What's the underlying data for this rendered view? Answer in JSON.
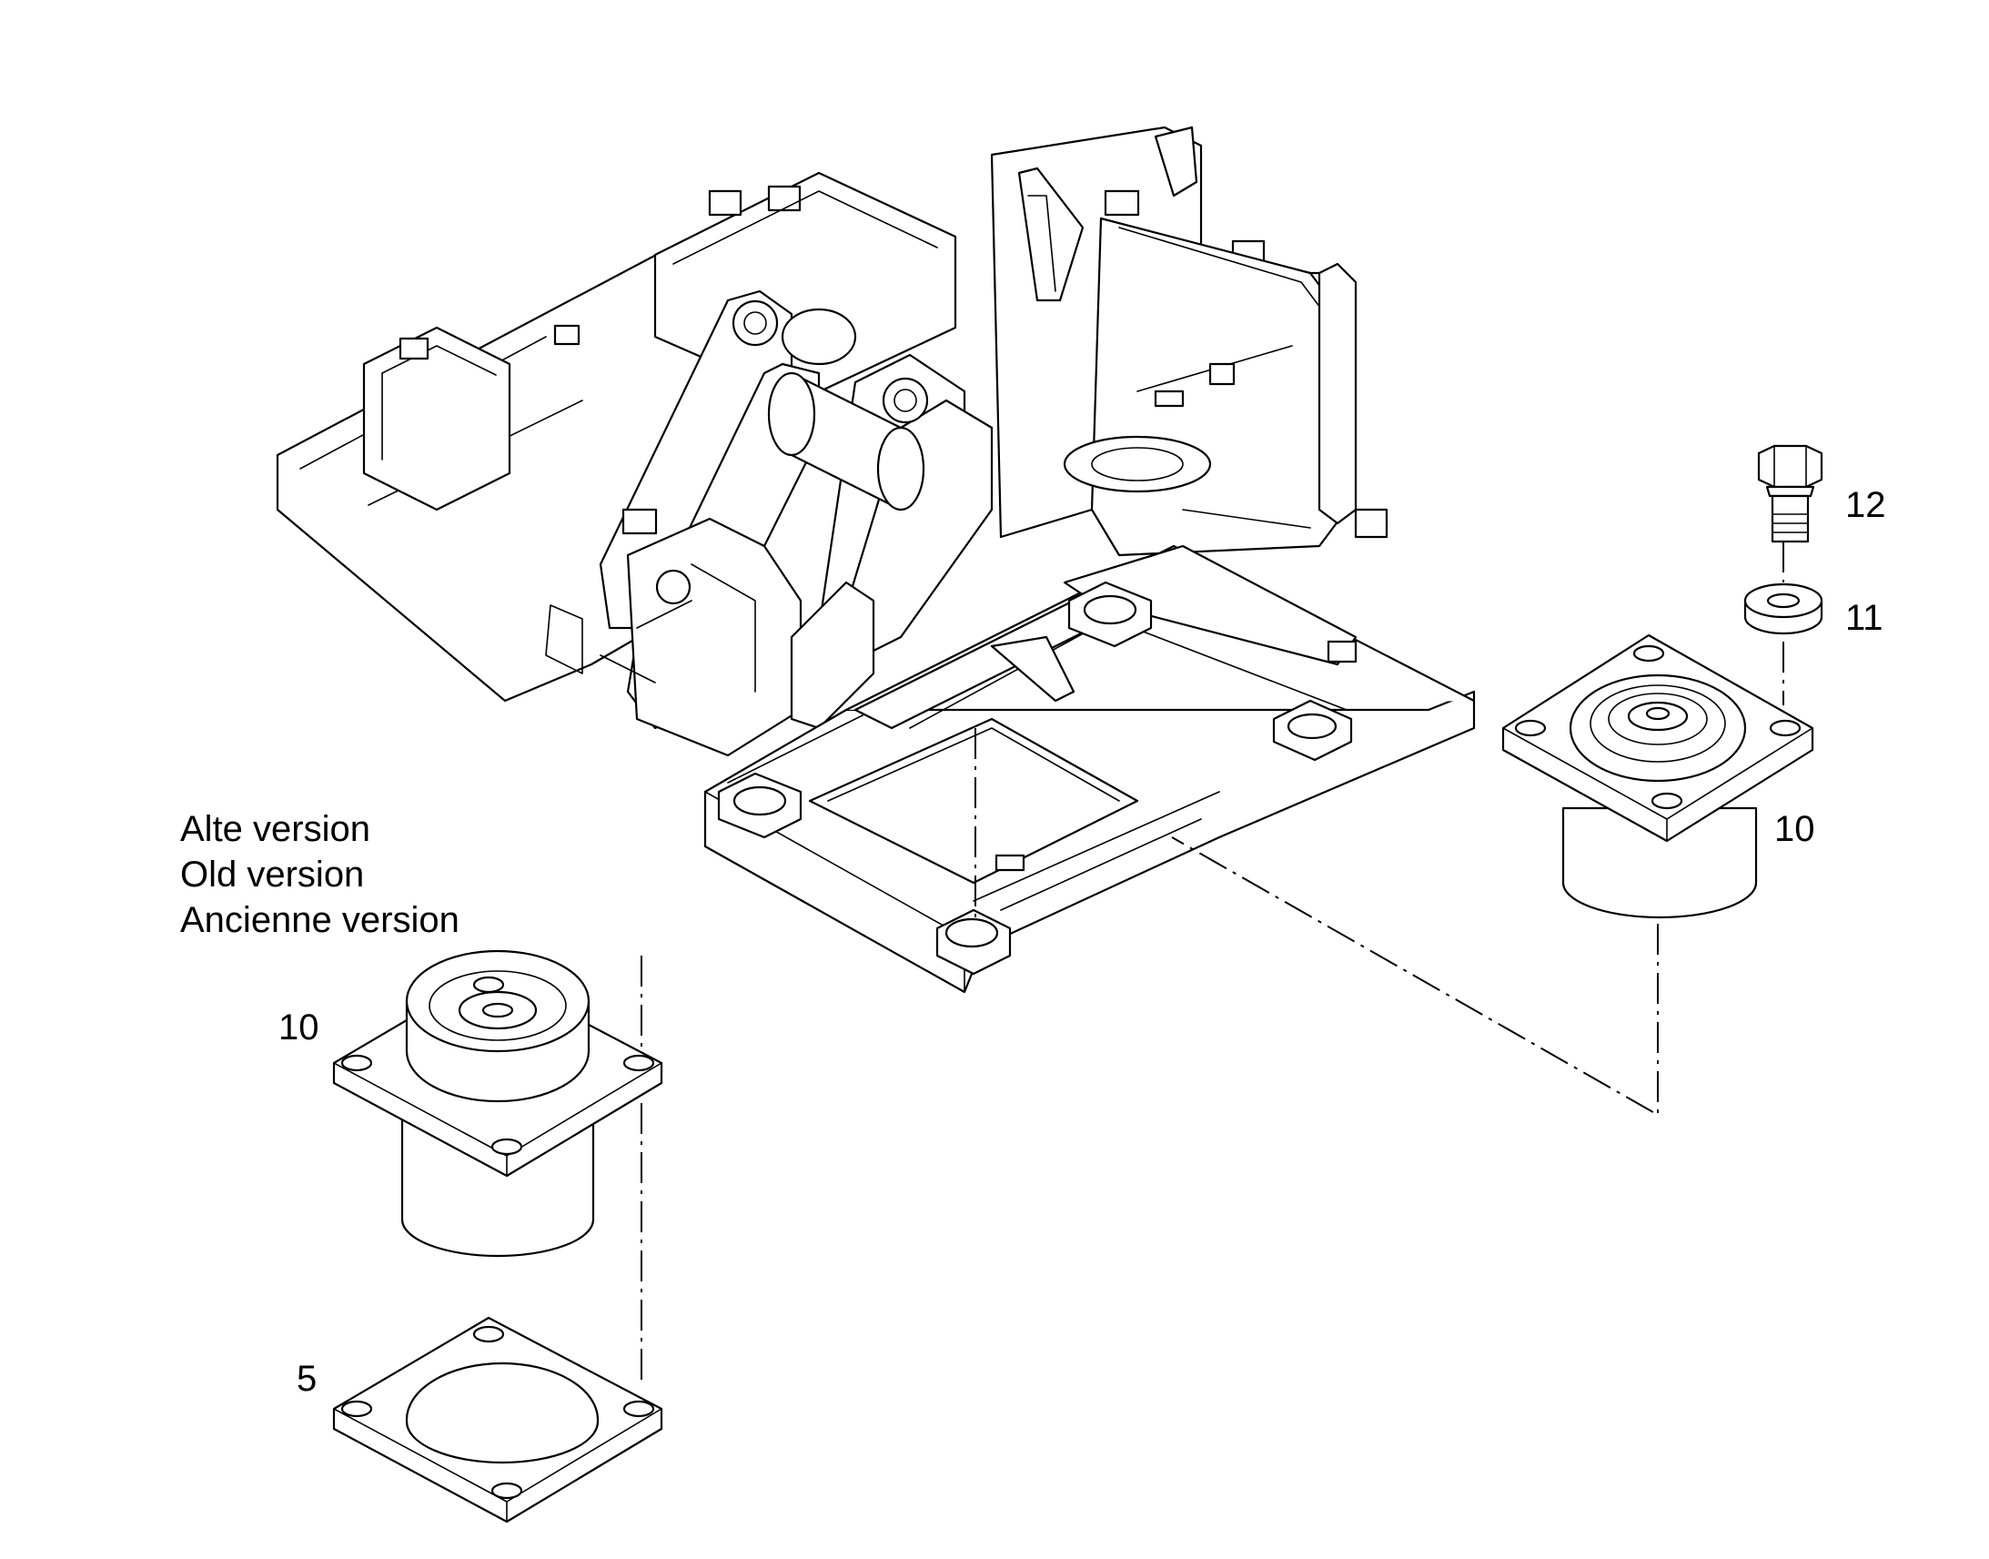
{
  "version_note": {
    "line_de": "Alte version",
    "line_en": "Old version",
    "line_fr": "Ancienne version"
  },
  "callouts": {
    "bolt": "12",
    "washer": "11",
    "mount_new": "10",
    "mount_old": "10",
    "plate_old": "5"
  }
}
